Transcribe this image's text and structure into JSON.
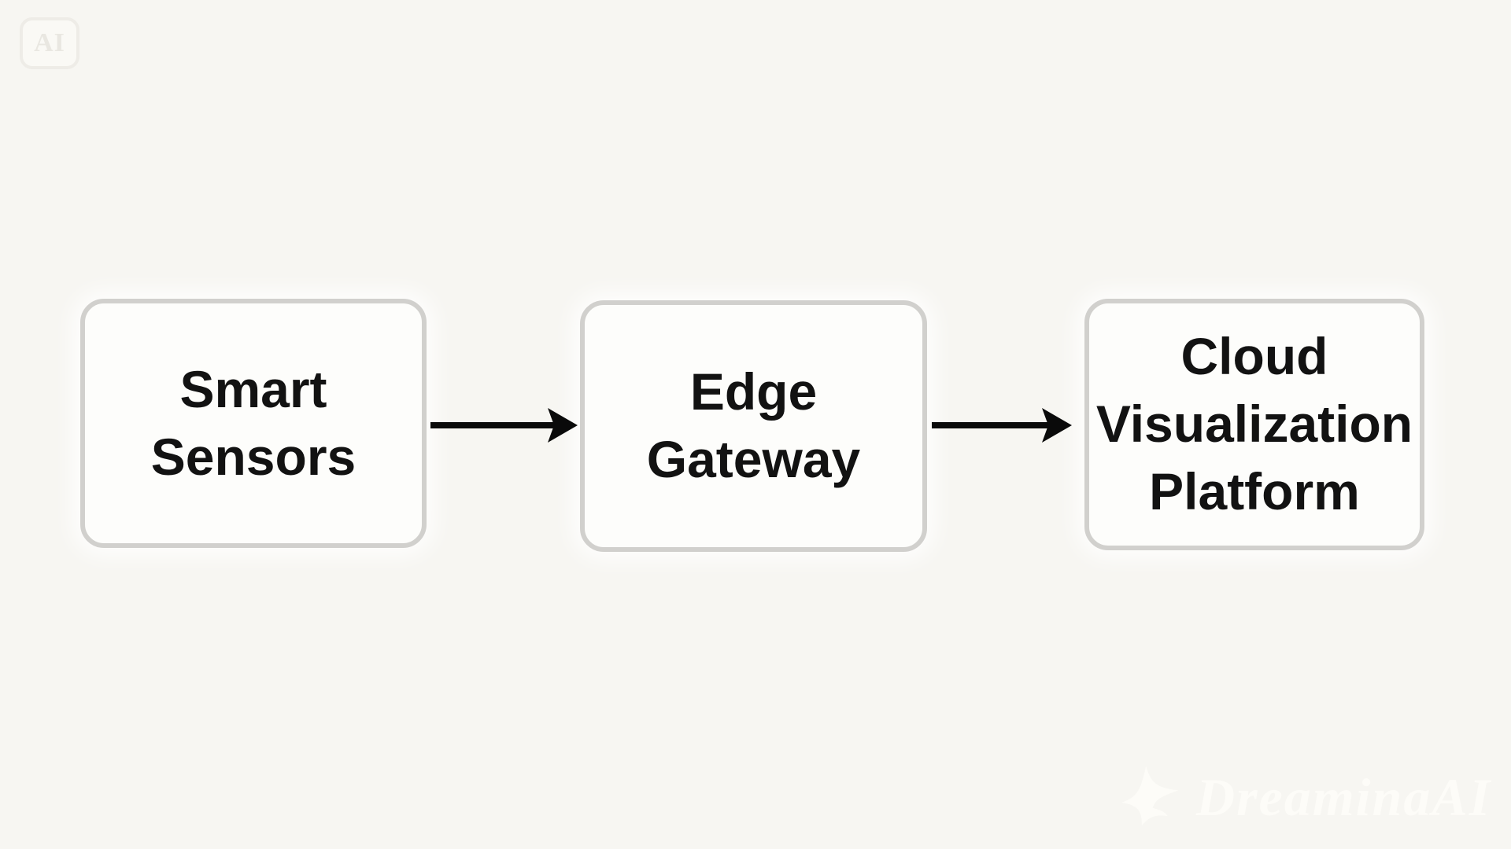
{
  "app": {
    "badge": {
      "label": "AI"
    },
    "watermark": {
      "text": "DreaminaAI",
      "icon": "sparkle-star-icon"
    }
  },
  "diagram": {
    "type": "flowchart",
    "direction": "left-to-right",
    "nodes": [
      {
        "id": "smart-sensors",
        "label": "Smart Sensors"
      },
      {
        "id": "edge-gateway",
        "label": "Edge Gateway"
      },
      {
        "id": "cloud-visualization-platform",
        "label": "Cloud Visualization Platform"
      }
    ],
    "edges": [
      {
        "from": "smart-sensors",
        "to": "edge-gateway",
        "arrow": "right"
      },
      {
        "from": "edge-gateway",
        "to": "cloud-visualization-platform",
        "arrow": "right"
      }
    ]
  },
  "theme": {
    "background": "#f7f6f2",
    "node_fill": "#fdfdfb",
    "node_border": "#d1d0cd",
    "node_text": "#121212",
    "arrow_color": "#0a0a0a",
    "watermark_color": "#fdfcf8"
  }
}
